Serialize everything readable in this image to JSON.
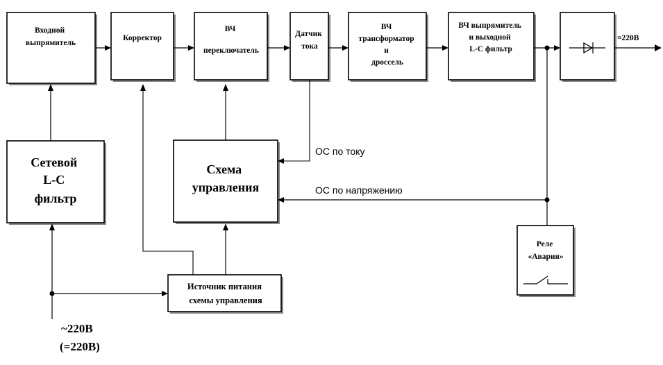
{
  "blocks": {
    "input_rectifier": [
      "Входной",
      "выпрямитель"
    ],
    "corrector": [
      "Корректор"
    ],
    "hf_switch": [
      "ВЧ",
      "переключатель"
    ],
    "current_sensor": [
      "Датчик",
      "тока"
    ],
    "hf_transformer": [
      "ВЧ",
      "трансформатор",
      "и",
      "дроссель"
    ],
    "hf_rectifier_filter": [
      "ВЧ выпрямитель",
      "и выходной",
      "L-C фильтр"
    ],
    "mains_filter": [
      "Сетевой",
      "L-C",
      "фильтр"
    ],
    "control_circuit": [
      "Схема",
      "управления"
    ],
    "control_power_supply": [
      "Источник питания",
      "схемы управления"
    ],
    "alarm_relay": [
      "Реле",
      "«Авария»"
    ]
  },
  "labels": {
    "output": "=220В",
    "current_feedback": "ОС по току",
    "voltage_feedback": "ОС по напряжению",
    "input_ac": "~220В",
    "input_dc": "(=220В)"
  }
}
